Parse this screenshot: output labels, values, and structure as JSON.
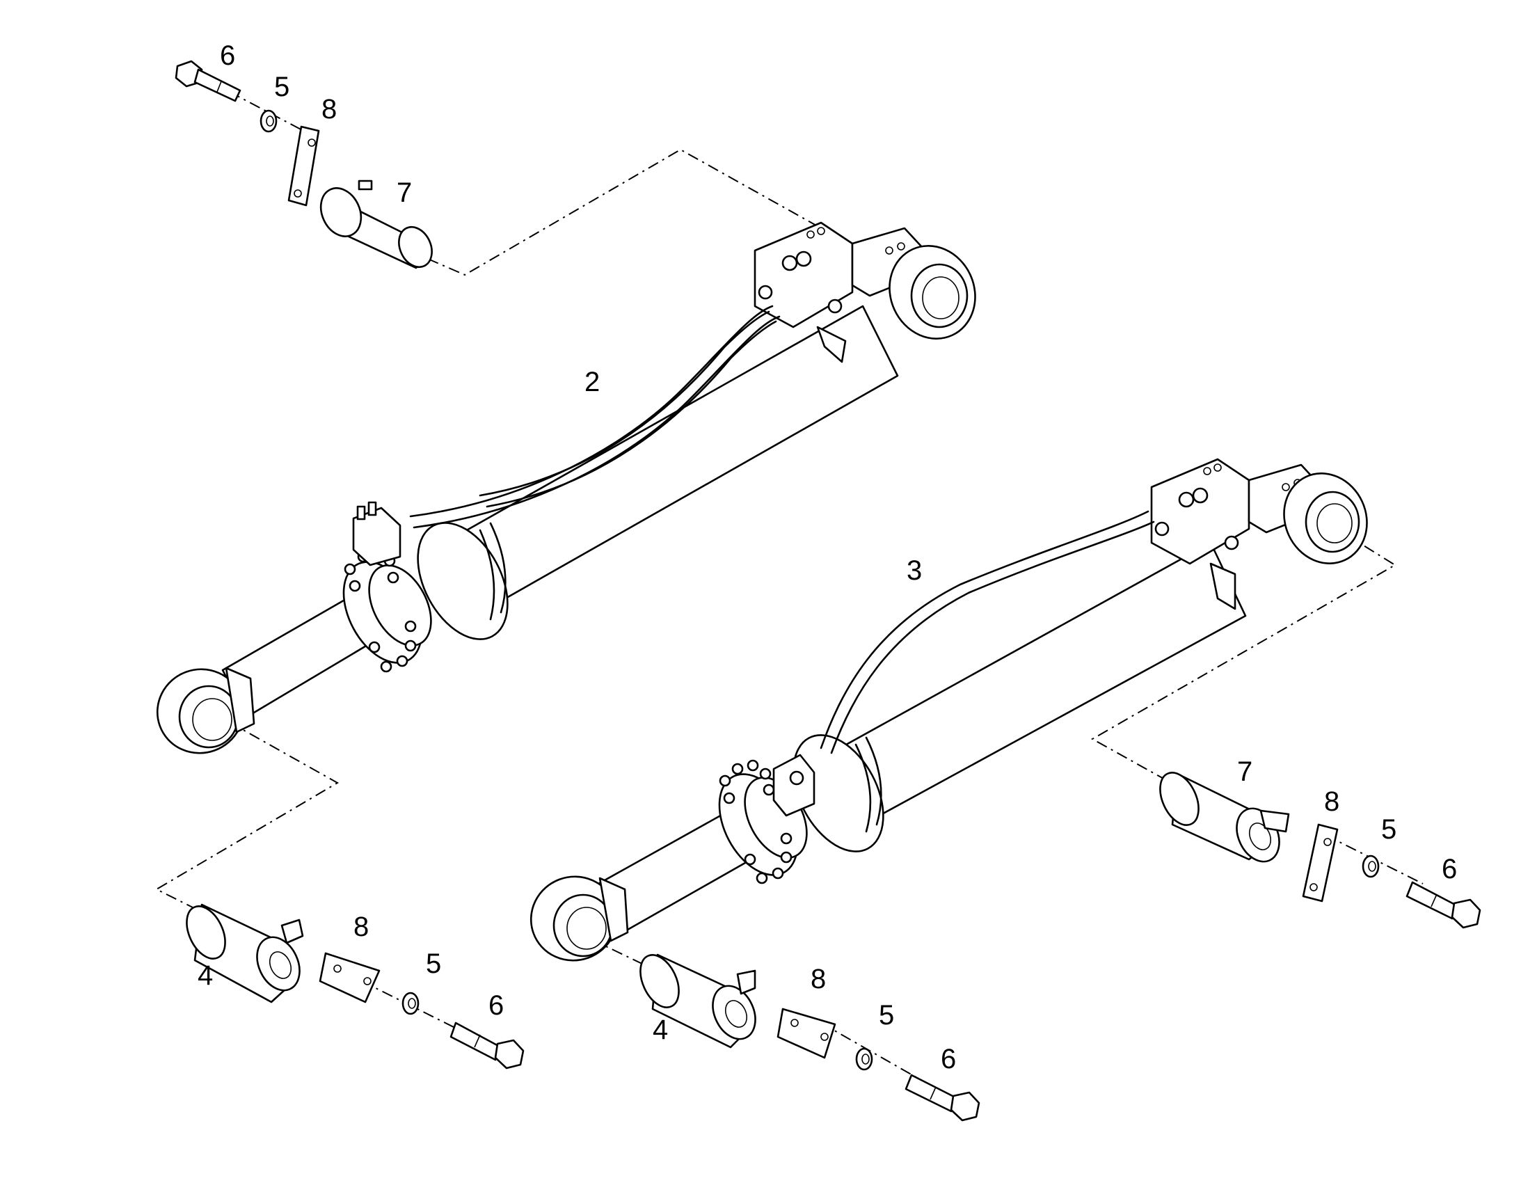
{
  "callouts": {
    "cyl_upper": "2",
    "cyl_lower": "3",
    "tl_bolt": "6",
    "tl_washer": "5",
    "tl_plate": "8",
    "tl_pin": "7",
    "bl_pin": "4",
    "bl_plate": "8",
    "bl_washer": "5",
    "bl_bolt": "6",
    "bm_pin": "4",
    "bm_plate": "8",
    "bm_washer": "5",
    "bm_bolt": "6",
    "r_pin": "7",
    "r_plate": "8",
    "r_washer": "5",
    "r_bolt": "6"
  }
}
